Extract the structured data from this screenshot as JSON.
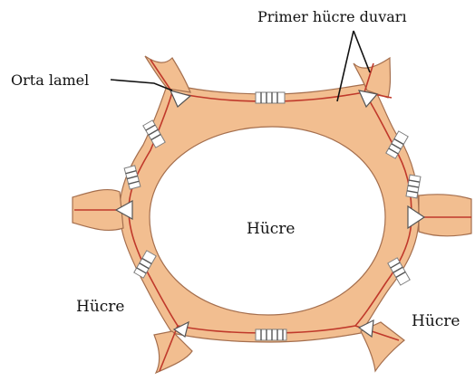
{
  "labels": {
    "primary_wall": "Primer hücre duvarı",
    "middle_lamella": "Orta lamel",
    "cell_center": "Hücre",
    "cell_left": "Hücre",
    "cell_right": "Hücre"
  },
  "colors": {
    "wall_fill": "#f2be90",
    "wall_stroke": "#a56f4e",
    "middle_lamella": "#c0392b",
    "background": "#ffffff",
    "text": "#111111"
  }
}
